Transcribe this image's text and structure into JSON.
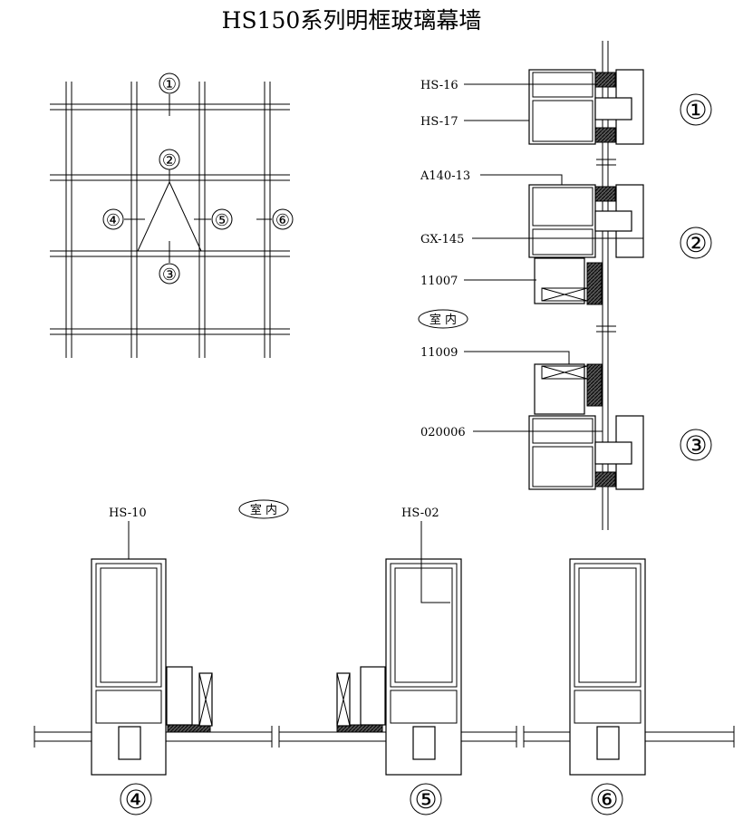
{
  "title": "HS150系列明框玻璃幕墙",
  "elevation": {
    "markers": [
      "①",
      "②",
      "③",
      "④",
      "⑤",
      "⑥"
    ]
  },
  "vertical_section": {
    "labels": [
      "HS-16",
      "HS-17",
      "A140-13",
      "GX-145",
      "11007",
      "11009",
      "020006"
    ],
    "interior_label": "室 内",
    "markers": [
      "①",
      "②",
      "③"
    ]
  },
  "horizontal_section": {
    "labels": [
      "HS-10",
      "HS-02"
    ],
    "interior_label": "室 内",
    "markers": [
      "④",
      "⑤",
      "⑥"
    ]
  }
}
